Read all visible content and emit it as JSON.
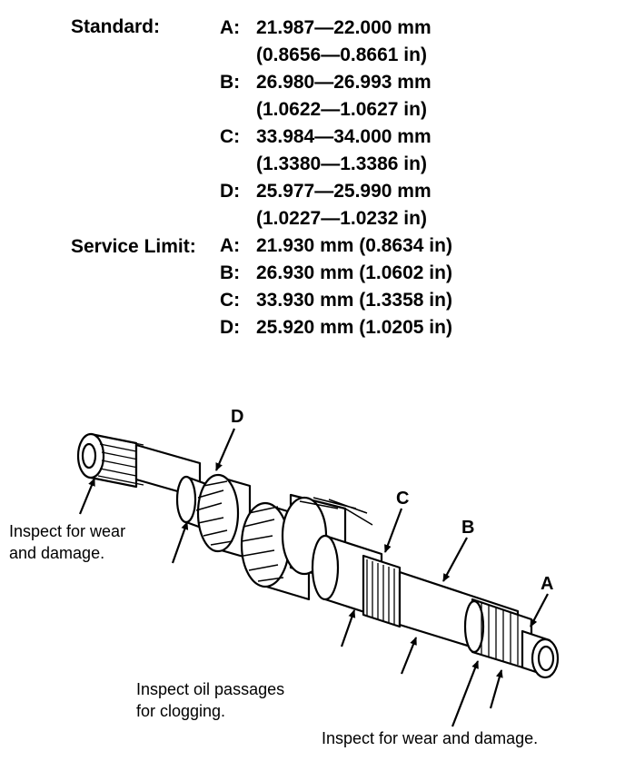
{
  "specs": {
    "standard_label": "Standard:",
    "service_limit_label": "Service Limit:",
    "standard": [
      {
        "key": "A:",
        "mm": "21.987—22.000 mm",
        "inch": "(0.8656—0.8661 in)"
      },
      {
        "key": "B:",
        "mm": "26.980—26.993 mm",
        "inch": "(1.0622—1.0627 in)"
      },
      {
        "key": "C:",
        "mm": "33.984—34.000 mm",
        "inch": "(1.3380—1.3386 in)"
      },
      {
        "key": "D:",
        "mm": "25.977—25.990 mm",
        "inch": "(1.0227—1.0232 in)"
      }
    ],
    "service_limit": [
      {
        "key": "A:",
        "value": "21.930 mm (0.8634 in)"
      },
      {
        "key": "B:",
        "value": "26.930 mm (1.0602 in)"
      },
      {
        "key": "C:",
        "value": "33.930 mm (1.3358 in)"
      },
      {
        "key": "D:",
        "value": "25.920 mm (1.0205 in)"
      }
    ]
  },
  "diagram": {
    "callouts": {
      "a": "A",
      "b": "B",
      "c": "C",
      "d": "D"
    },
    "notes": {
      "left_line1": "Inspect for wear",
      "left_line2": "and damage.",
      "oil_line1": "Inspect oil passages",
      "oil_line2": "for clogging.",
      "bottom": "Inspect for wear and damage."
    }
  }
}
